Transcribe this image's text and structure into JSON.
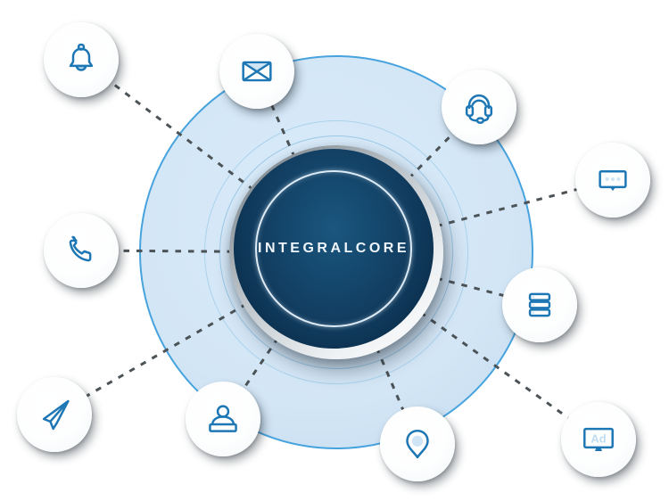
{
  "diagram": {
    "hub_label": "INTEGRALCORE"
  },
  "nodes": [
    {
      "name": "bell",
      "icon": "bell-icon"
    },
    {
      "name": "envelope",
      "icon": "envelope-icon"
    },
    {
      "name": "headset",
      "icon": "headset-icon"
    },
    {
      "name": "chat-bubble",
      "icon": "chat-bubble-icon"
    },
    {
      "name": "stacked-bars",
      "icon": "stacked-bars-icon"
    },
    {
      "name": "ad-screen",
      "icon": "ad-screen-icon",
      "label": "Ad"
    },
    {
      "name": "location-pin",
      "icon": "location-pin-icon"
    },
    {
      "name": "person",
      "icon": "person-icon"
    },
    {
      "name": "paper-plane",
      "icon": "paper-plane-icon"
    },
    {
      "name": "phone",
      "icon": "phone-icon"
    }
  ],
  "colors": {
    "accent": "#1e77b5",
    "accent-light": "#cfe5f6",
    "disc-fill": "#d3e6f6",
    "disc-border": "#47a3de",
    "ring": "#a6cfea",
    "hub-dark-1": "#1a567e",
    "hub-dark-2": "#0a2c49",
    "hub-ring": "#ddebf6",
    "dash": "#4c5357",
    "node-bg": "#fdfefe",
    "canvas-bg": "#ffffff"
  }
}
